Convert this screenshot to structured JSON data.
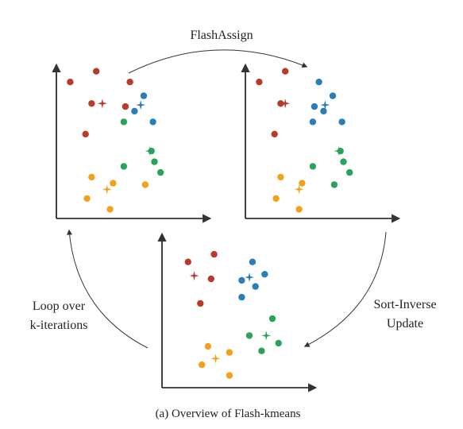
{
  "labels": {
    "top": "FlashAssign",
    "right_line1": "Sort-Inverse",
    "right_line2": "Update",
    "left_line1": "Loop over",
    "left_line2": "k-iterations",
    "caption": "(a) Overview of Flash-kmeans"
  },
  "colors": {
    "red": "#b83a2b",
    "blue": "#2a7db6",
    "green": "#2aa35a",
    "orange": "#f0a21c",
    "axis": "#111111",
    "arrow": "#333333"
  },
  "panels": [
    {
      "name": "panel-top-left",
      "points": {
        "red": [
          [
            0.09,
            0.89
          ],
          [
            0.26,
            0.96
          ],
          [
            0.48,
            0.89
          ],
          [
            0.23,
            0.75
          ],
          [
            0.45,
            0.73
          ],
          [
            0.19,
            0.55
          ]
        ],
        "blue": [
          [
            0.57,
            0.8
          ],
          [
            0.51,
            0.7
          ],
          [
            0.63,
            0.63
          ]
        ],
        "green": [
          [
            0.44,
            0.63
          ],
          [
            0.62,
            0.44
          ],
          [
            0.64,
            0.37
          ],
          [
            0.44,
            0.34
          ],
          [
            0.68,
            0.3
          ]
        ],
        "orange": [
          [
            0.23,
            0.27
          ],
          [
            0.37,
            0.23
          ],
          [
            0.58,
            0.22
          ],
          [
            0.2,
            0.13
          ],
          [
            0.35,
            0.06
          ]
        ]
      },
      "centroids": {
        "red": [
          0.3,
          0.75
        ],
        "blue": [
          0.55,
          0.74
        ],
        "green": [
          0.61,
          0.44
        ],
        "orange": [
          0.33,
          0.19
        ]
      }
    },
    {
      "name": "panel-top-right",
      "points": {
        "red": [
          [
            0.09,
            0.89
          ],
          [
            0.26,
            0.96
          ],
          [
            0.23,
            0.75
          ],
          [
            0.19,
            0.55
          ]
        ],
        "blue": [
          [
            0.48,
            0.89
          ],
          [
            0.57,
            0.8
          ],
          [
            0.45,
            0.73
          ],
          [
            0.51,
            0.7
          ],
          [
            0.63,
            0.63
          ],
          [
            0.44,
            0.63
          ]
        ],
        "green": [
          [
            0.62,
            0.44
          ],
          [
            0.64,
            0.37
          ],
          [
            0.44,
            0.34
          ],
          [
            0.68,
            0.3
          ],
          [
            0.58,
            0.22
          ]
        ],
        "orange": [
          [
            0.23,
            0.27
          ],
          [
            0.37,
            0.23
          ],
          [
            0.2,
            0.13
          ],
          [
            0.35,
            0.06
          ]
        ]
      },
      "centroids": {
        "red": [
          0.26,
          0.75
        ],
        "blue": [
          0.52,
          0.74
        ],
        "green": [
          0.61,
          0.44
        ],
        "orange": [
          0.35,
          0.19
        ]
      }
    },
    {
      "name": "panel-bottom",
      "points": {
        "red": [
          [
            0.17,
            0.82
          ],
          [
            0.34,
            0.87
          ],
          [
            0.32,
            0.71
          ],
          [
            0.25,
            0.55
          ]
        ],
        "blue": [
          [
            0.59,
            0.82
          ],
          [
            0.52,
            0.7
          ],
          [
            0.61,
            0.66
          ],
          [
            0.67,
            0.74
          ],
          [
            0.52,
            0.59
          ]
        ],
        "green": [
          [
            0.72,
            0.45
          ],
          [
            0.57,
            0.34
          ],
          [
            0.76,
            0.29
          ],
          [
            0.65,
            0.24
          ]
        ],
        "orange": [
          [
            0.3,
            0.27
          ],
          [
            0.44,
            0.23
          ],
          [
            0.26,
            0.15
          ],
          [
            0.44,
            0.08
          ]
        ]
      },
      "centroids": {
        "red": [
          0.21,
          0.73
        ],
        "blue": [
          0.57,
          0.72
        ],
        "green": [
          0.68,
          0.34
        ],
        "orange": [
          0.35,
          0.19
        ]
      }
    }
  ]
}
